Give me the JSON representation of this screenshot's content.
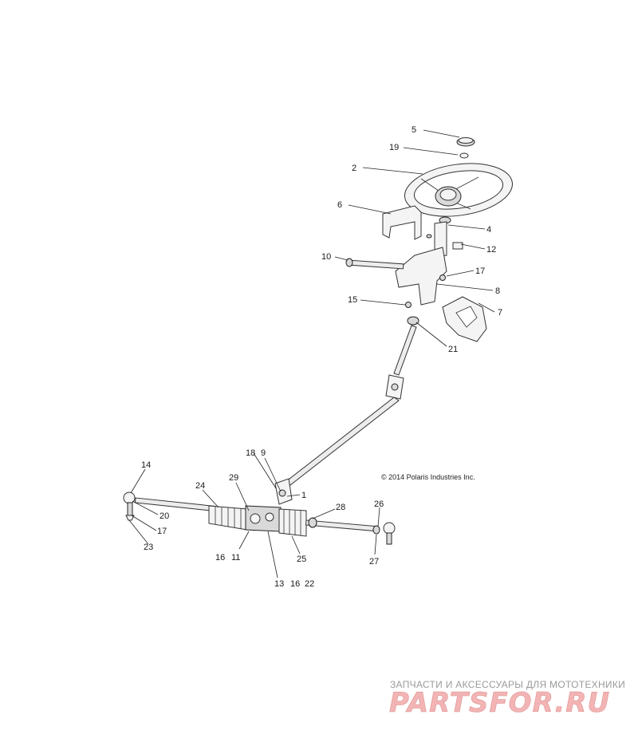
{
  "callouts": {
    "c1": "1",
    "c2": "2",
    "c4": "4",
    "c5": "5",
    "c6": "6",
    "c7": "7",
    "c8": "8",
    "c9": "9",
    "c10": "10",
    "c11": "11",
    "c12": "12",
    "c13": "13",
    "c14": "14",
    "c15": "15",
    "c16a": "16",
    "c16b": "16",
    "c17a": "17",
    "c17b": "17",
    "c18": "18",
    "c19": "19",
    "c20": "20",
    "c21": "21",
    "c22": "22",
    "c23": "23",
    "c24": "24",
    "c25": "25",
    "c26": "26",
    "c27": "27",
    "c28": "28",
    "c29": "29"
  },
  "copyright": "© 2014 Polaris Industries Inc.",
  "watermark": {
    "tagline": "ЗАПЧАСТИ И АКСЕССУАРЫ ДЛЯ МОТОТЕХНИКИ",
    "logo": "PARTSFOR.RU"
  },
  "colors": {
    "line": "#222222",
    "watermark_red": "#e57373",
    "watermark_gray": "#9a9a9a"
  }
}
